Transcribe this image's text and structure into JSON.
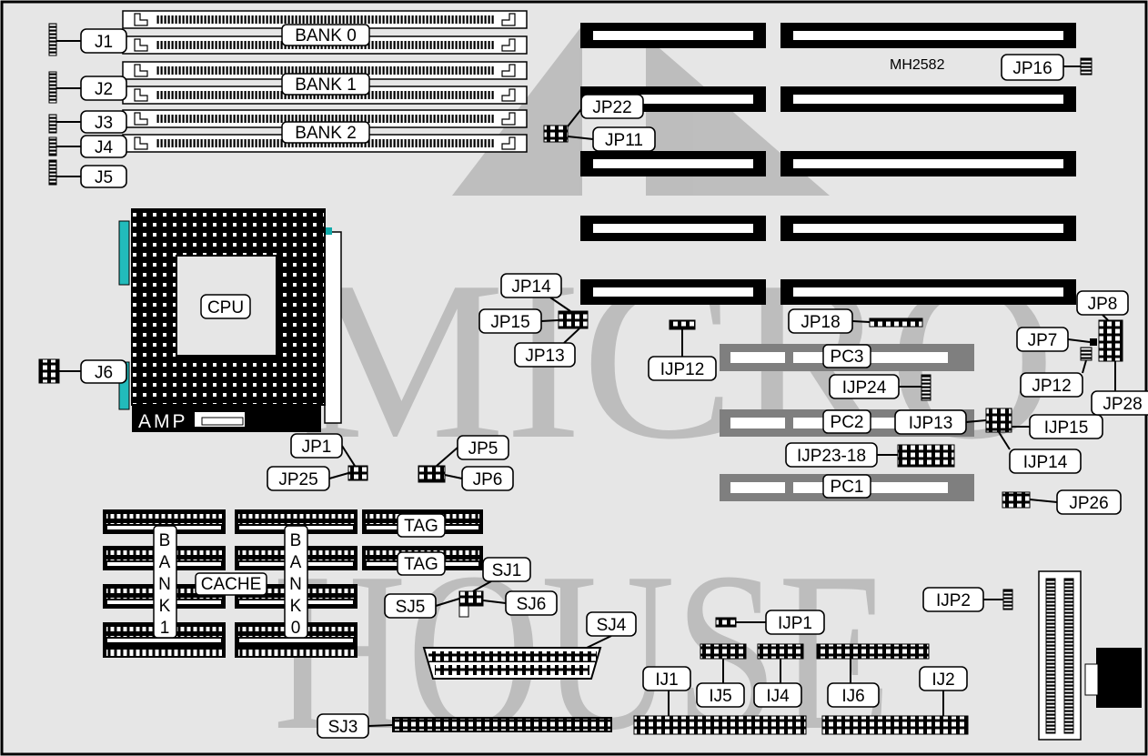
{
  "model": "MH2582",
  "watermark": {
    "line1": "MICRO",
    "line2": "HOUSE"
  },
  "cpu": {
    "label": "CPU",
    "socket_brand": "AMP"
  },
  "memory_banks": [
    "BANK 0",
    "BANK 1",
    "BANK 2"
  ],
  "cache": {
    "label": "CACHE",
    "bank_left": [
      "B",
      "A",
      "N",
      "K",
      "1"
    ],
    "bank_right": [
      "B",
      "A",
      "N",
      "K",
      "0"
    ],
    "tag_label": "TAG"
  },
  "pci_slots": [
    "PC3",
    "PC2",
    "PC1"
  ],
  "labels": {
    "J1": "J1",
    "J2": "J2",
    "J3": "J3",
    "J4": "J4",
    "J5": "J5",
    "J6": "J6",
    "JP1": "JP1",
    "JP5": "JP5",
    "JP6": "JP6",
    "JP7": "JP7",
    "JP8": "JP8",
    "JP11": "JP11",
    "JP12": "JP12",
    "JP13": "JP13",
    "JP14": "JP14",
    "JP15": "JP15",
    "JP16": "JP16",
    "JP18": "JP18",
    "JP22": "JP22",
    "JP25": "JP25",
    "JP26": "JP26",
    "JP28": "JP28",
    "IJP1": "IJP1",
    "IJP2": "IJP2",
    "IJP12": "IJP12",
    "IJP13": "IJP13",
    "IJP14": "IJP14",
    "IJP15": "IJP15",
    "IJP23_18": "IJP23-18",
    "IJP24": "IJP24",
    "SJ1": "SJ1",
    "SJ3": "SJ3",
    "SJ4": "SJ4",
    "SJ5": "SJ5",
    "SJ6": "SJ6",
    "IJ1": "IJ1",
    "IJ2": "IJ2",
    "IJ4": "IJ4",
    "IJ5": "IJ5",
    "IJ6": "IJ6"
  }
}
